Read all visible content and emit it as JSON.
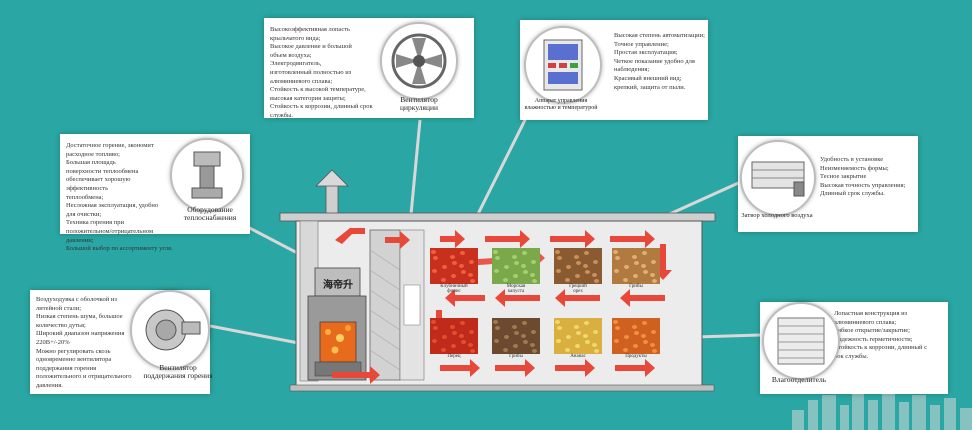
{
  "colors": {
    "background": "#2aa7a4",
    "arrow": "#e8483a",
    "building": "#e9e9e9",
    "outline": "#555555"
  },
  "fan": {
    "text": "Высокоэффективная лопасть\nкрыльчатого вида;\nВысокое давление и большой\nобъем воздуха;\nЭлектродвигатель,\nизготовленный полностью из\nалюминиевого сплава;\nСтойкость к высокой температуре,\nвысокая категория защиты;\nСтойкость к коррозии, длинный срок\nслужбы.",
    "caption": "Вентилятор\nциркуляции"
  },
  "controller": {
    "text": "Высокая степень автоматизации;\nТочное управление;\nПростая эксплуатация;\nЧеткое показание удобно для\nнаблюдения;\nКрасивый внешний вид;\nкрепкий, защита от пыли.",
    "caption": "Аппарат управления\nвлажностью и\nтемпературой"
  },
  "heater": {
    "text": "Достаточное горение, экономит\nрасходное топливо;\nБольшая площадь\nповерхности теплообмена\nобеспечивает хорошую\nэффективность\nтеплообмена;\nНесложная эксплуатация, удобно\nдля очистки;\nТехника горения при\nположительном/отрицательном\nдавлении;\nБольшой выбор по ассортименту угля.",
    "caption": "Оборудование\nтеплоснабжения"
  },
  "damper": {
    "text": "Удобность в установке\nНеизменяемость формы;\nТесное закрытие\nВысокая точность управления;\nДлинный срок службы.",
    "caption": "Затвор холодного\nвоздуха"
  },
  "blower": {
    "text": "Воздуходувка с оболочкой из\nлитейной стали;\nНизкая степень шума, большое\nколичество дутья;\nШирокий диапазон напряжения\n220В+/-20%\nМожно регулировать скоэь\nодновременно вентилятора\nподдержания горения\nположительного и отрицательного\nдавления.",
    "caption": "Вентилятор\nподдержания\nгорения"
  },
  "dehumid": {
    "text": "Лопастная конструкция из\nалюминиевого сплава;\nГибкое открытие/закрытие;\nНадежность герметичности;\nСтойкость к коррозии, длинный с\nрок службы.",
    "caption": "Влагоотделитель"
  },
  "furnace_sign": "海帝升",
  "foods_top": [
    {
      "label": "Клубничный\nфинис",
      "color": "#c8301e",
      "speck": "#f06040"
    },
    {
      "label": "Морская\nкапуста",
      "color": "#7aa84a",
      "speck": "#a6d070"
    },
    {
      "label": "Грецкий\nорех",
      "color": "#8a5a30",
      "speck": "#c8905a"
    },
    {
      "label": "Грибы",
      "color": "#b07a40",
      "speck": "#e0b070"
    }
  ],
  "foods_bottom": [
    {
      "label": "Перец",
      "color": "#c02a1a",
      "speck": "#e05030"
    },
    {
      "label": "Грибы",
      "color": "#6b4a30",
      "speck": "#a07a50"
    },
    {
      "label": "Ананас",
      "color": "#d9b040",
      "speck": "#f0d870"
    },
    {
      "label": "Продукты",
      "color": "#d06020",
      "speck": "#f09040"
    }
  ]
}
